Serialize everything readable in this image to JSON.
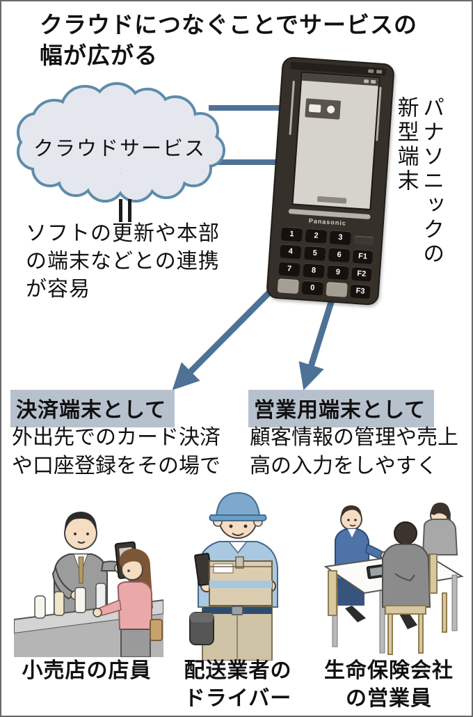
{
  "title": {
    "lines": [
      "クラウドにつなぐことでサービスの",
      "幅が広がる"
    ]
  },
  "cloud": {
    "label": "クラウドサービス"
  },
  "cloud_benefit": {
    "lines": [
      "ソフトの更新や本部",
      "の端末などとの連携",
      "が容易"
    ]
  },
  "device": {
    "brand": "Panasonic",
    "caption": {
      "col_right": "パナソニックの",
      "col_left": "新型端末"
    },
    "keypad": {
      "digits": [
        "1",
        "2",
        "3",
        "4",
        "5",
        "6",
        "7",
        "8",
        "9",
        "0"
      ],
      "fkeys": [
        "F1",
        "F2",
        "F3"
      ]
    }
  },
  "usages": [
    {
      "header": "決済端末として",
      "body_lines": [
        "外出先でのカード決済",
        "や口座登録をその場で"
      ]
    },
    {
      "header": "営業用端末として",
      "body_lines": [
        "顧客情報の管理や売上",
        "高の入力をしやすく"
      ]
    }
  ],
  "personas": [
    {
      "label_lines": [
        "小売店の店員",
        ""
      ]
    },
    {
      "label_lines": [
        "配送業者の",
        "ドライバー"
      ]
    },
    {
      "label_lines": [
        "生命保険会社",
        "の営業員"
      ]
    }
  ],
  "colors": {
    "flow_blue": "#4e7296",
    "cloud_fill": "#e4e7ed",
    "cloud_stroke": "#5d8cab",
    "header_bg": "#b7c1ce"
  }
}
